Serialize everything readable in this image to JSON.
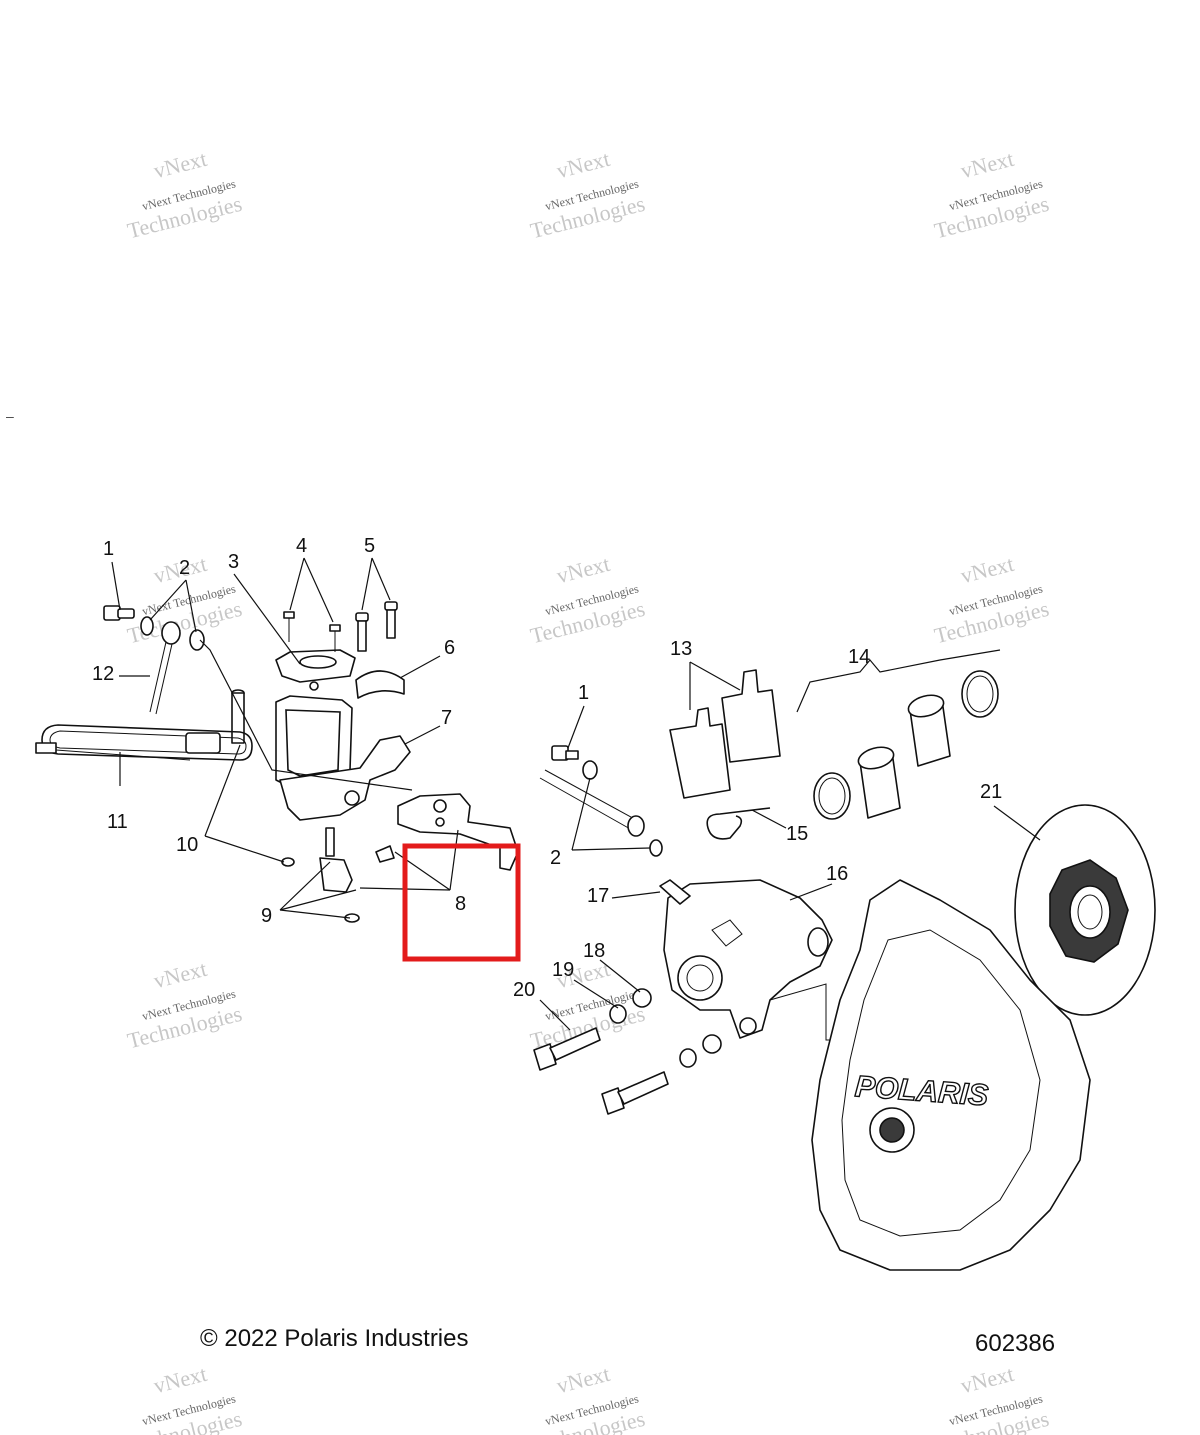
{
  "diagram": {
    "callouts": [
      "1",
      "2",
      "3",
      "4",
      "5",
      "6",
      "7",
      "8",
      "9",
      "10",
      "11",
      "12",
      "1",
      "2",
      "13",
      "14",
      "15",
      "16",
      "17",
      "18",
      "19",
      "20",
      "21"
    ],
    "highlighted_callout": "8",
    "highlight_color": "#e31b1b",
    "cover_logo": "POLARIS"
  },
  "watermark": {
    "line1": "vNext Technologies",
    "line2": "vNext",
    "line3": "Technologies"
  },
  "footer": {
    "copyright": "© 2022 Polaris Industries",
    "diagram_number": "602386",
    "margin_mark": "–"
  }
}
